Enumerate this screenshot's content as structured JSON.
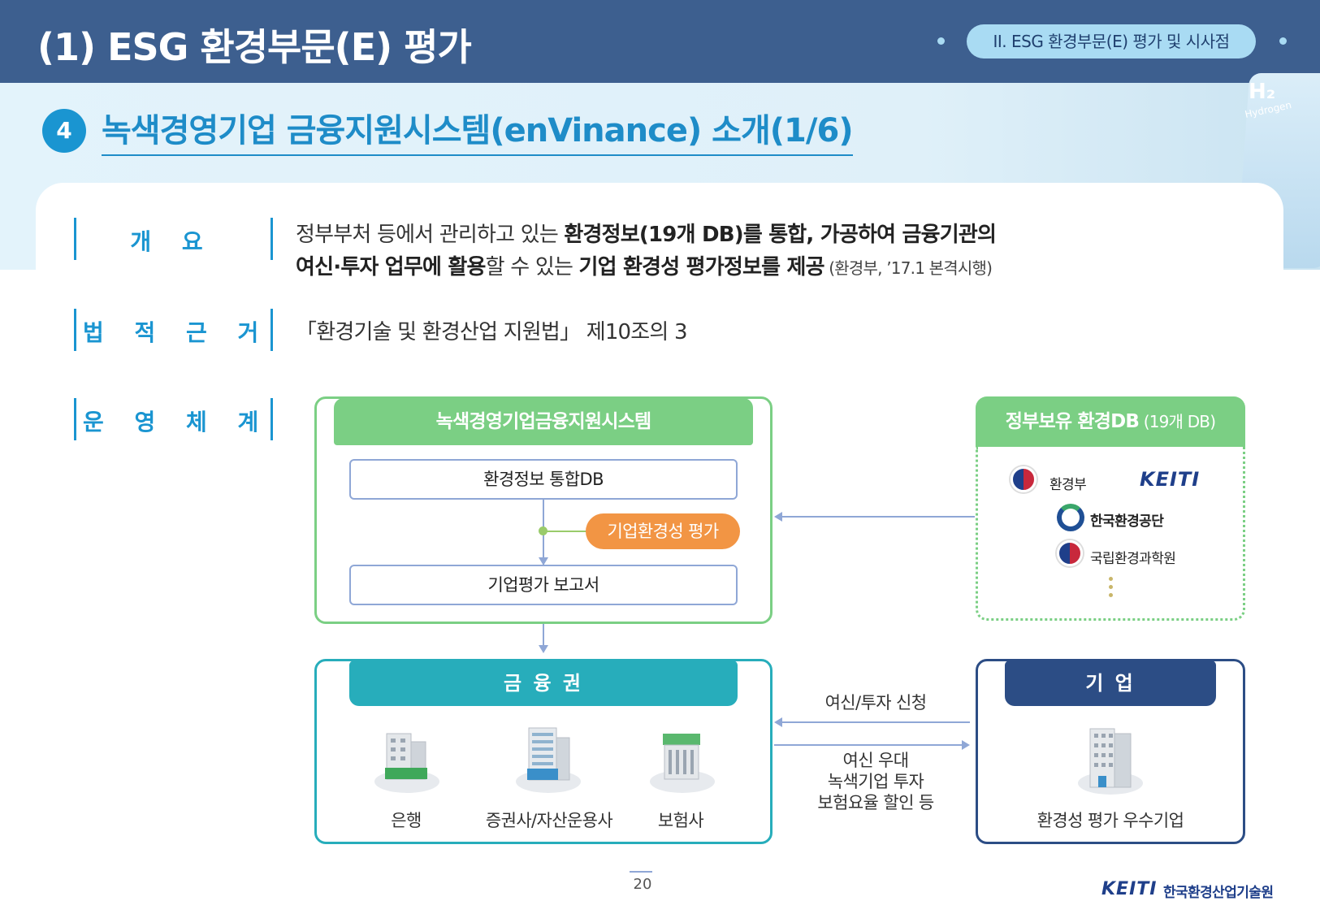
{
  "header": {
    "title": "(1) ESG 환경부문(E) 평가",
    "pill": "II. ESG 환경부문(E) 평가 및 시사점"
  },
  "section": {
    "number": "4",
    "title": "녹색경영기업 금융지원시스템(enVinance) 소개(1/6)"
  },
  "decoration": {
    "h2": "H₂",
    "hydrogen": "Hydrogen"
  },
  "rows": {
    "overview": {
      "label": "개 요",
      "line1_a": "정부부처 등에서 관리하고 있는 ",
      "line1_b": "환경정보(19개 DB)를 통합, 가공하여 금융기관의",
      "line2_a": "여신·투자 업무에 활용",
      "line2_b": "할 수 있는 ",
      "line2_c": "기업 환경성 평가정보를 제공",
      "line2_d": " (환경부, ’17.1 본격시행)"
    },
    "legal": {
      "label": "법 적 근 거",
      "text": "「환경기술 및 환경산업 지원법」 제10조의 3"
    },
    "operation": {
      "label": "운 영 체 계"
    }
  },
  "diagram": {
    "system": {
      "title": "녹색경영기업금융지원시스템",
      "integrated_db": "환경정보 통합DB",
      "evaluation": "기업환경성 평가",
      "report": "기업평가 보고서"
    },
    "gov_db": {
      "title": "정부보유 환경DB",
      "title_small": " (19개 DB)",
      "orgs": [
        "환경부",
        "KEITI",
        "한국환경공단",
        "국립환경과학원"
      ]
    },
    "finance": {
      "title": "금 융 권",
      "items": [
        "은행",
        "증권사/자산운용사",
        "보험사"
      ]
    },
    "company": {
      "title": "기 업",
      "item": "환경성 평가 우수기업"
    },
    "flows": {
      "apply": "여신/투자 신청",
      "benefit_1": "여신 우대",
      "benefit_2": "녹색기업 투자",
      "benefit_3": "보험요율 할인 등"
    }
  },
  "footer": {
    "page": "20",
    "logo": "KEITI",
    "org": "한국환경산업기술원"
  },
  "colors": {
    "header_bg": "#3d5f8f",
    "accent_blue": "#1a95d1",
    "green": "#7bcf84",
    "teal": "#27adbb",
    "navy": "#2c4d85",
    "orange": "#f29544"
  }
}
